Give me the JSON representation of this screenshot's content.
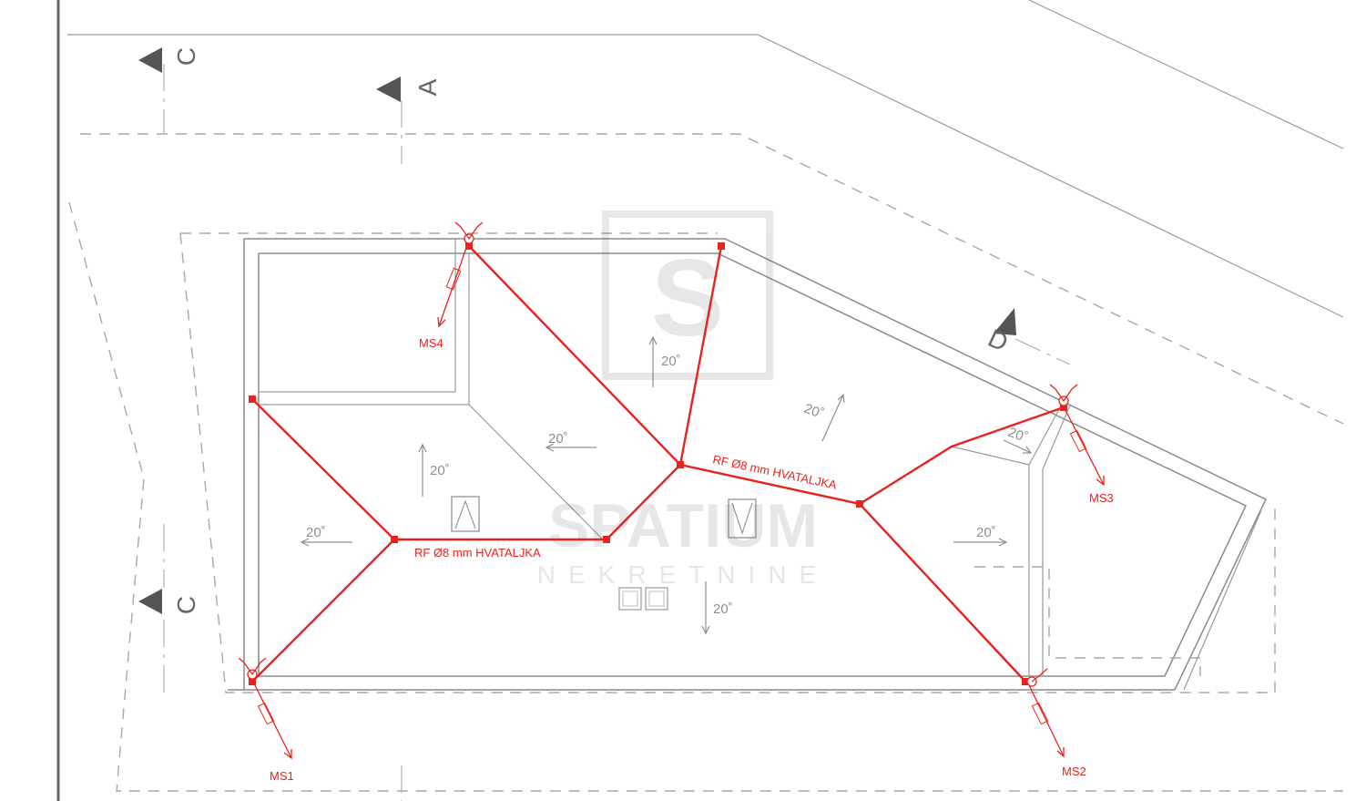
{
  "section_markers": [
    {
      "id": "c-top",
      "letter": "C"
    },
    {
      "id": "a-top",
      "letter": "A"
    },
    {
      "id": "c-left",
      "letter": "C"
    },
    {
      "id": "d-right",
      "letter": "D"
    }
  ],
  "slopes": [
    {
      "id": "s1",
      "label": "20˚"
    },
    {
      "id": "s2",
      "label": "20˚"
    },
    {
      "id": "s3",
      "label": "20˚"
    },
    {
      "id": "s4",
      "label": "20˚"
    },
    {
      "id": "s5",
      "label": "20˚"
    },
    {
      "id": "s6",
      "label": "20˚"
    },
    {
      "id": "s7",
      "label": "20˚"
    },
    {
      "id": "s8",
      "label": "20˚"
    }
  ],
  "conductor_labels": [
    {
      "id": "left",
      "text": "RF Ø8 mm HVATALJKA"
    },
    {
      "id": "right",
      "text": "RF Ø8 mm HVATALJKA"
    }
  ],
  "grounding": [
    {
      "id": "ms1",
      "label": "MS1"
    },
    {
      "id": "ms2",
      "label": "MS2"
    },
    {
      "id": "ms3",
      "label": "MS3"
    },
    {
      "id": "ms4",
      "label": "MS4"
    }
  ],
  "watermark": {
    "logo_letter": "S",
    "name": "SPATIUM",
    "subtitle": "NEKRETNINE"
  },
  "colors": {
    "lightning_protection": "#e8231f",
    "walls": "#8a8a8a"
  }
}
